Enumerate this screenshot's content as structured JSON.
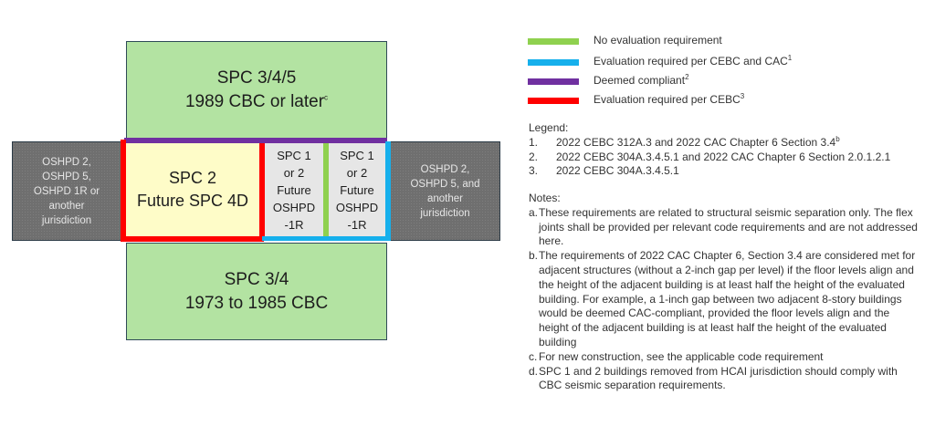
{
  "diagram": {
    "top_box": {
      "line1": "SPC 3/4/5",
      "line2": "1989 CBC or later",
      "sup": "c"
    },
    "bottom_box": {
      "line1": "SPC 3/4",
      "line2": "1973 to 1985 CBC"
    },
    "center_box": {
      "line1": "SPC 2",
      "line2": "Future SPC 4D"
    },
    "mid_box_1": {
      "lines": [
        "SPC 1",
        "or 2",
        "Future",
        "OSHPD",
        "-1R"
      ]
    },
    "mid_box_2": {
      "lines": [
        "SPC 1",
        "or 2",
        "Future",
        "OSHPD",
        "-1R"
      ]
    },
    "left_box": {
      "lines": [
        "OSHPD 2,",
        "OSHPD 5,",
        "OSHPD 1R or",
        "another",
        "jurisdiction"
      ]
    },
    "right_box": {
      "lines": [
        "OSHPD 2,",
        "OSHPD 5, and",
        "another",
        "jurisdiction"
      ]
    },
    "colors": {
      "no_evaluation": "#8fd14f",
      "evaluation_cebc_cac": "#16b0ec",
      "deemed_compliant": "#7030a0",
      "evaluation_cebc": "#ff0000",
      "green_fill": "#b3e3a2",
      "gray_fill": "#6f6f6f",
      "yellow_fill": "#fefcc8",
      "light_fill": "#e6e6e6"
    }
  },
  "key": [
    {
      "label": "No evaluation requirement",
      "sup": "",
      "color": "#8fd14f"
    },
    {
      "label": "Evaluation required per CEBC and CAC",
      "sup": "1",
      "color": "#16b0ec"
    },
    {
      "label": "Deemed compliant",
      "sup": "2",
      "color": "#7030a0"
    },
    {
      "label": "Evaluation required per CEBC",
      "sup": "3",
      "color": "#ff0000"
    }
  ],
  "legend": {
    "title": "Legend:",
    "items": [
      {
        "num": "1.",
        "text": "2022 CEBC 312A.3 and 2022 CAC Chapter 6 Section 3.4",
        "sup": "b"
      },
      {
        "num": "2.",
        "text": "2022 CEBC 304A.3.4.5.1 and 2022 CAC Chapter 6 Section 2.0.1.2.1",
        "sup": ""
      },
      {
        "num": "3.",
        "text": "2022 CEBC 304A.3.4.5.1",
        "sup": ""
      }
    ]
  },
  "notes": {
    "title": "Notes:",
    "items": [
      {
        "letter": "a.",
        "text": "These requirements are related to structural seismic separation only. The flex joints shall be provided per relevant code requirements and are not addressed here."
      },
      {
        "letter": "b.",
        "text": "The requirements of 2022 CAC Chapter 6, Section 3.4 are considered met for adjacent structures (without a 2-inch gap per level) if the floor levels align and the height of the adjacent building is at least half the height of the evaluated building. For example, a 1-inch gap between two adjacent 8-story buildings would be deemed CAC-compliant, provided the floor levels align and the height of the adjacent building is at least half the height of the evaluated building"
      },
      {
        "letter": "c.",
        "text": "For new construction, see the applicable code requirement"
      },
      {
        "letter": "d.",
        "text": "SPC 1 and 2 buildings removed from HCAI jurisdiction should comply with CBC seismic separation requirements."
      }
    ]
  }
}
